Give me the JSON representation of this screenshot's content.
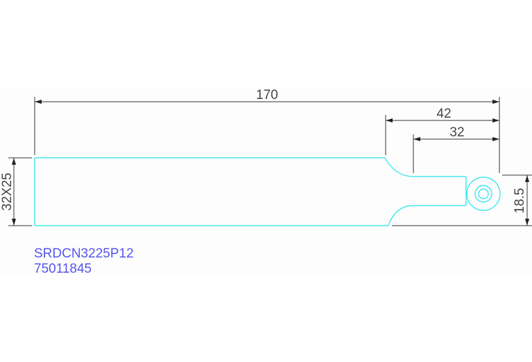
{
  "drawing": {
    "dimensions": {
      "overall_length": "170",
      "head_length": "42",
      "neck_length": "32",
      "shank_section": "32X25",
      "tip_height": "18.5"
    },
    "part_number": "SRDCN3225P12",
    "order_code": "75011845",
    "colors": {
      "part_outline": "#22e5f0",
      "dimension_lines": "#333333",
      "label_text": "#5555ee",
      "background": "#fcfdfc"
    }
  }
}
